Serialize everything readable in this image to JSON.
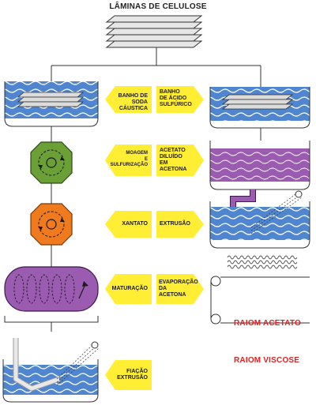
{
  "title": "LÂMINAS DE CELULOSE",
  "viscose_steps": [
    "BANHO DE SODA\nCÁUSTICA",
    "MOAGEM\nE\nSULFURIZAÇÃO",
    "XANTATO",
    "MATURAÇÃO",
    "FIAÇÃO\nEXTRUSÃO"
  ],
  "acetate_steps": [
    "BANHO\nDE ÁCIDO\nSULFÚRICO",
    "ACETATO\nDILUÍDO\nEM\nACETONA",
    "EXTRUSÃO",
    "EVAPORAÇÃO\nDA\nACETONA"
  ],
  "products": {
    "acetate": "RAIOM ACETATO",
    "viscose": "RAIOM VISCOSE"
  },
  "colors": {
    "water_blue": "#4f86cf",
    "purple": "#9a5bb1",
    "green": "#6aa036",
    "orange": "#f07a1e",
    "yellow": "#ffee33",
    "red_text": "#e02020"
  }
}
